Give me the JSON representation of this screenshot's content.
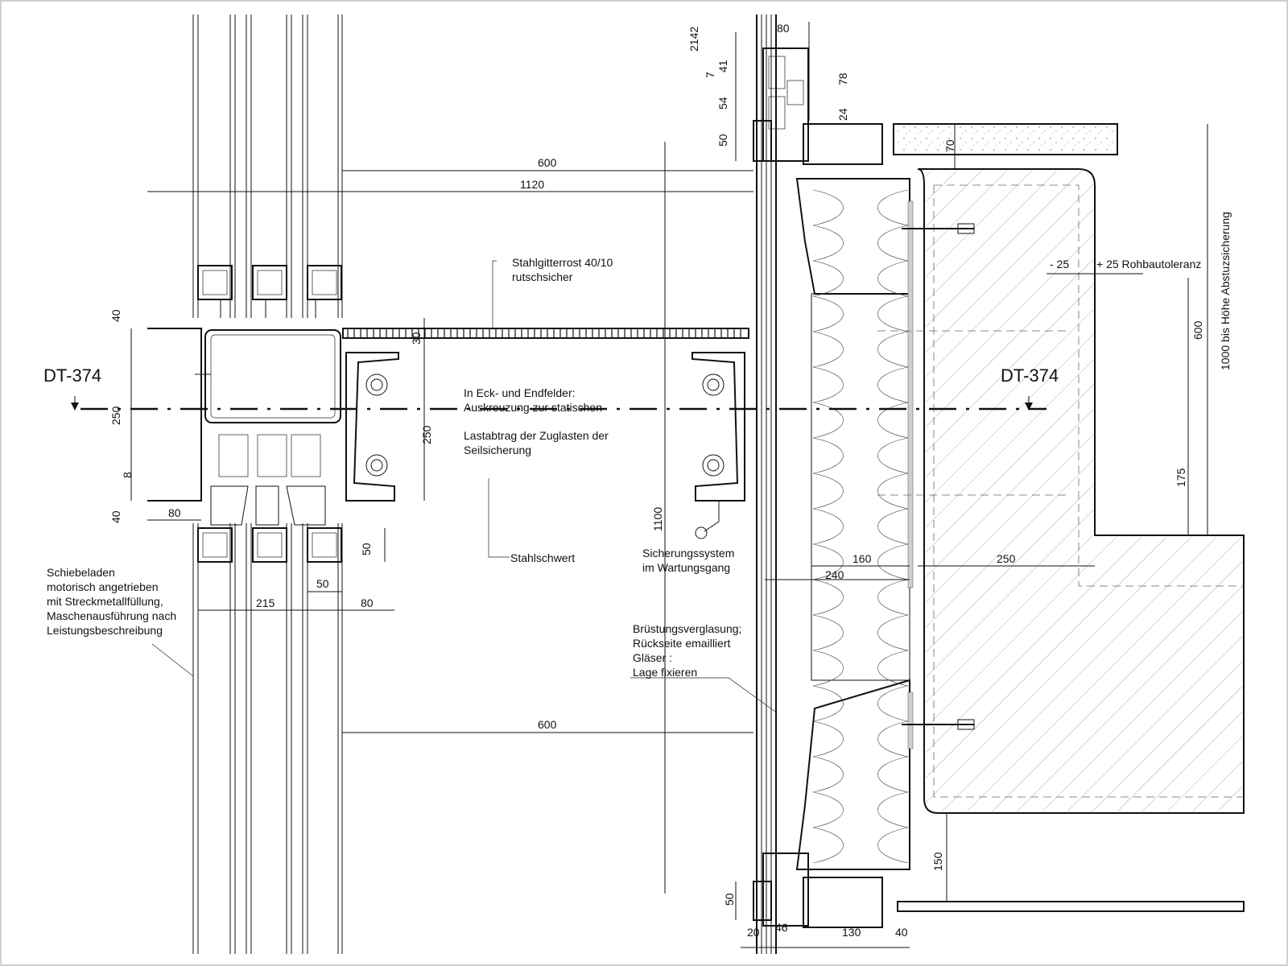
{
  "section_marks": {
    "left": "DT-374",
    "right": "DT-374"
  },
  "labels": {
    "grating_1": "Stahlgitterrost 40/10",
    "grating_2": "rutschsicher",
    "corner_1": "In Eck- und Endfelder:",
    "corner_2": "Auskreuzung zur statischen",
    "corner_3": "Lastabtrag der Zuglasten der",
    "corner_4": "Seilsicherung",
    "sword": "Stahlschwert",
    "safety_1": "Sicherungssystem",
    "safety_2": "im Wartungsgang",
    "shutter_1": "Schiebeladen",
    "shutter_2": "motorisch angetrieben",
    "shutter_3": "mit Streckmetallfüllung,",
    "shutter_4": "Maschenausführung nach",
    "shutter_5": "Leistungsbeschreibung",
    "glazing_1": "Brüstungsverglasung;",
    "glazing_2": "Rückseite emailliert",
    "glazing_3": "Gläser :",
    "glazing_4": "Lage fixieren",
    "tolerance": "+ 25 Rohbautoleranz",
    "height_note": "1000 bis Höhe Abstuzsicherung"
  },
  "dims": {
    "d600_top": "600",
    "d1120": "1120",
    "d600_bottom": "600",
    "d2142": "2142",
    "d80_top": "80",
    "d41": "41",
    "d7": "7",
    "d78": "78",
    "d54": "54",
    "d24": "24",
    "d50_top": "50",
    "d70": "70",
    "d40_a": "40",
    "d30": "30",
    "d250_left": "250",
    "d250_mid": "250",
    "d8": "8",
    "d40_b": "40",
    "d80_left": "80",
    "d50_v": "50",
    "d50_h": "50",
    "d215": "215",
    "d80_right": "80",
    "d1100": "1100",
    "d160": "160",
    "d240": "240",
    "d250_right": "250",
    "dm25": "- 25",
    "d600_right": "600",
    "d175": "175",
    "d150": "150",
    "d50_bottom": "50",
    "d20": "20",
    "d46": "46",
    "d130": "130",
    "d40_bottom": "40"
  }
}
